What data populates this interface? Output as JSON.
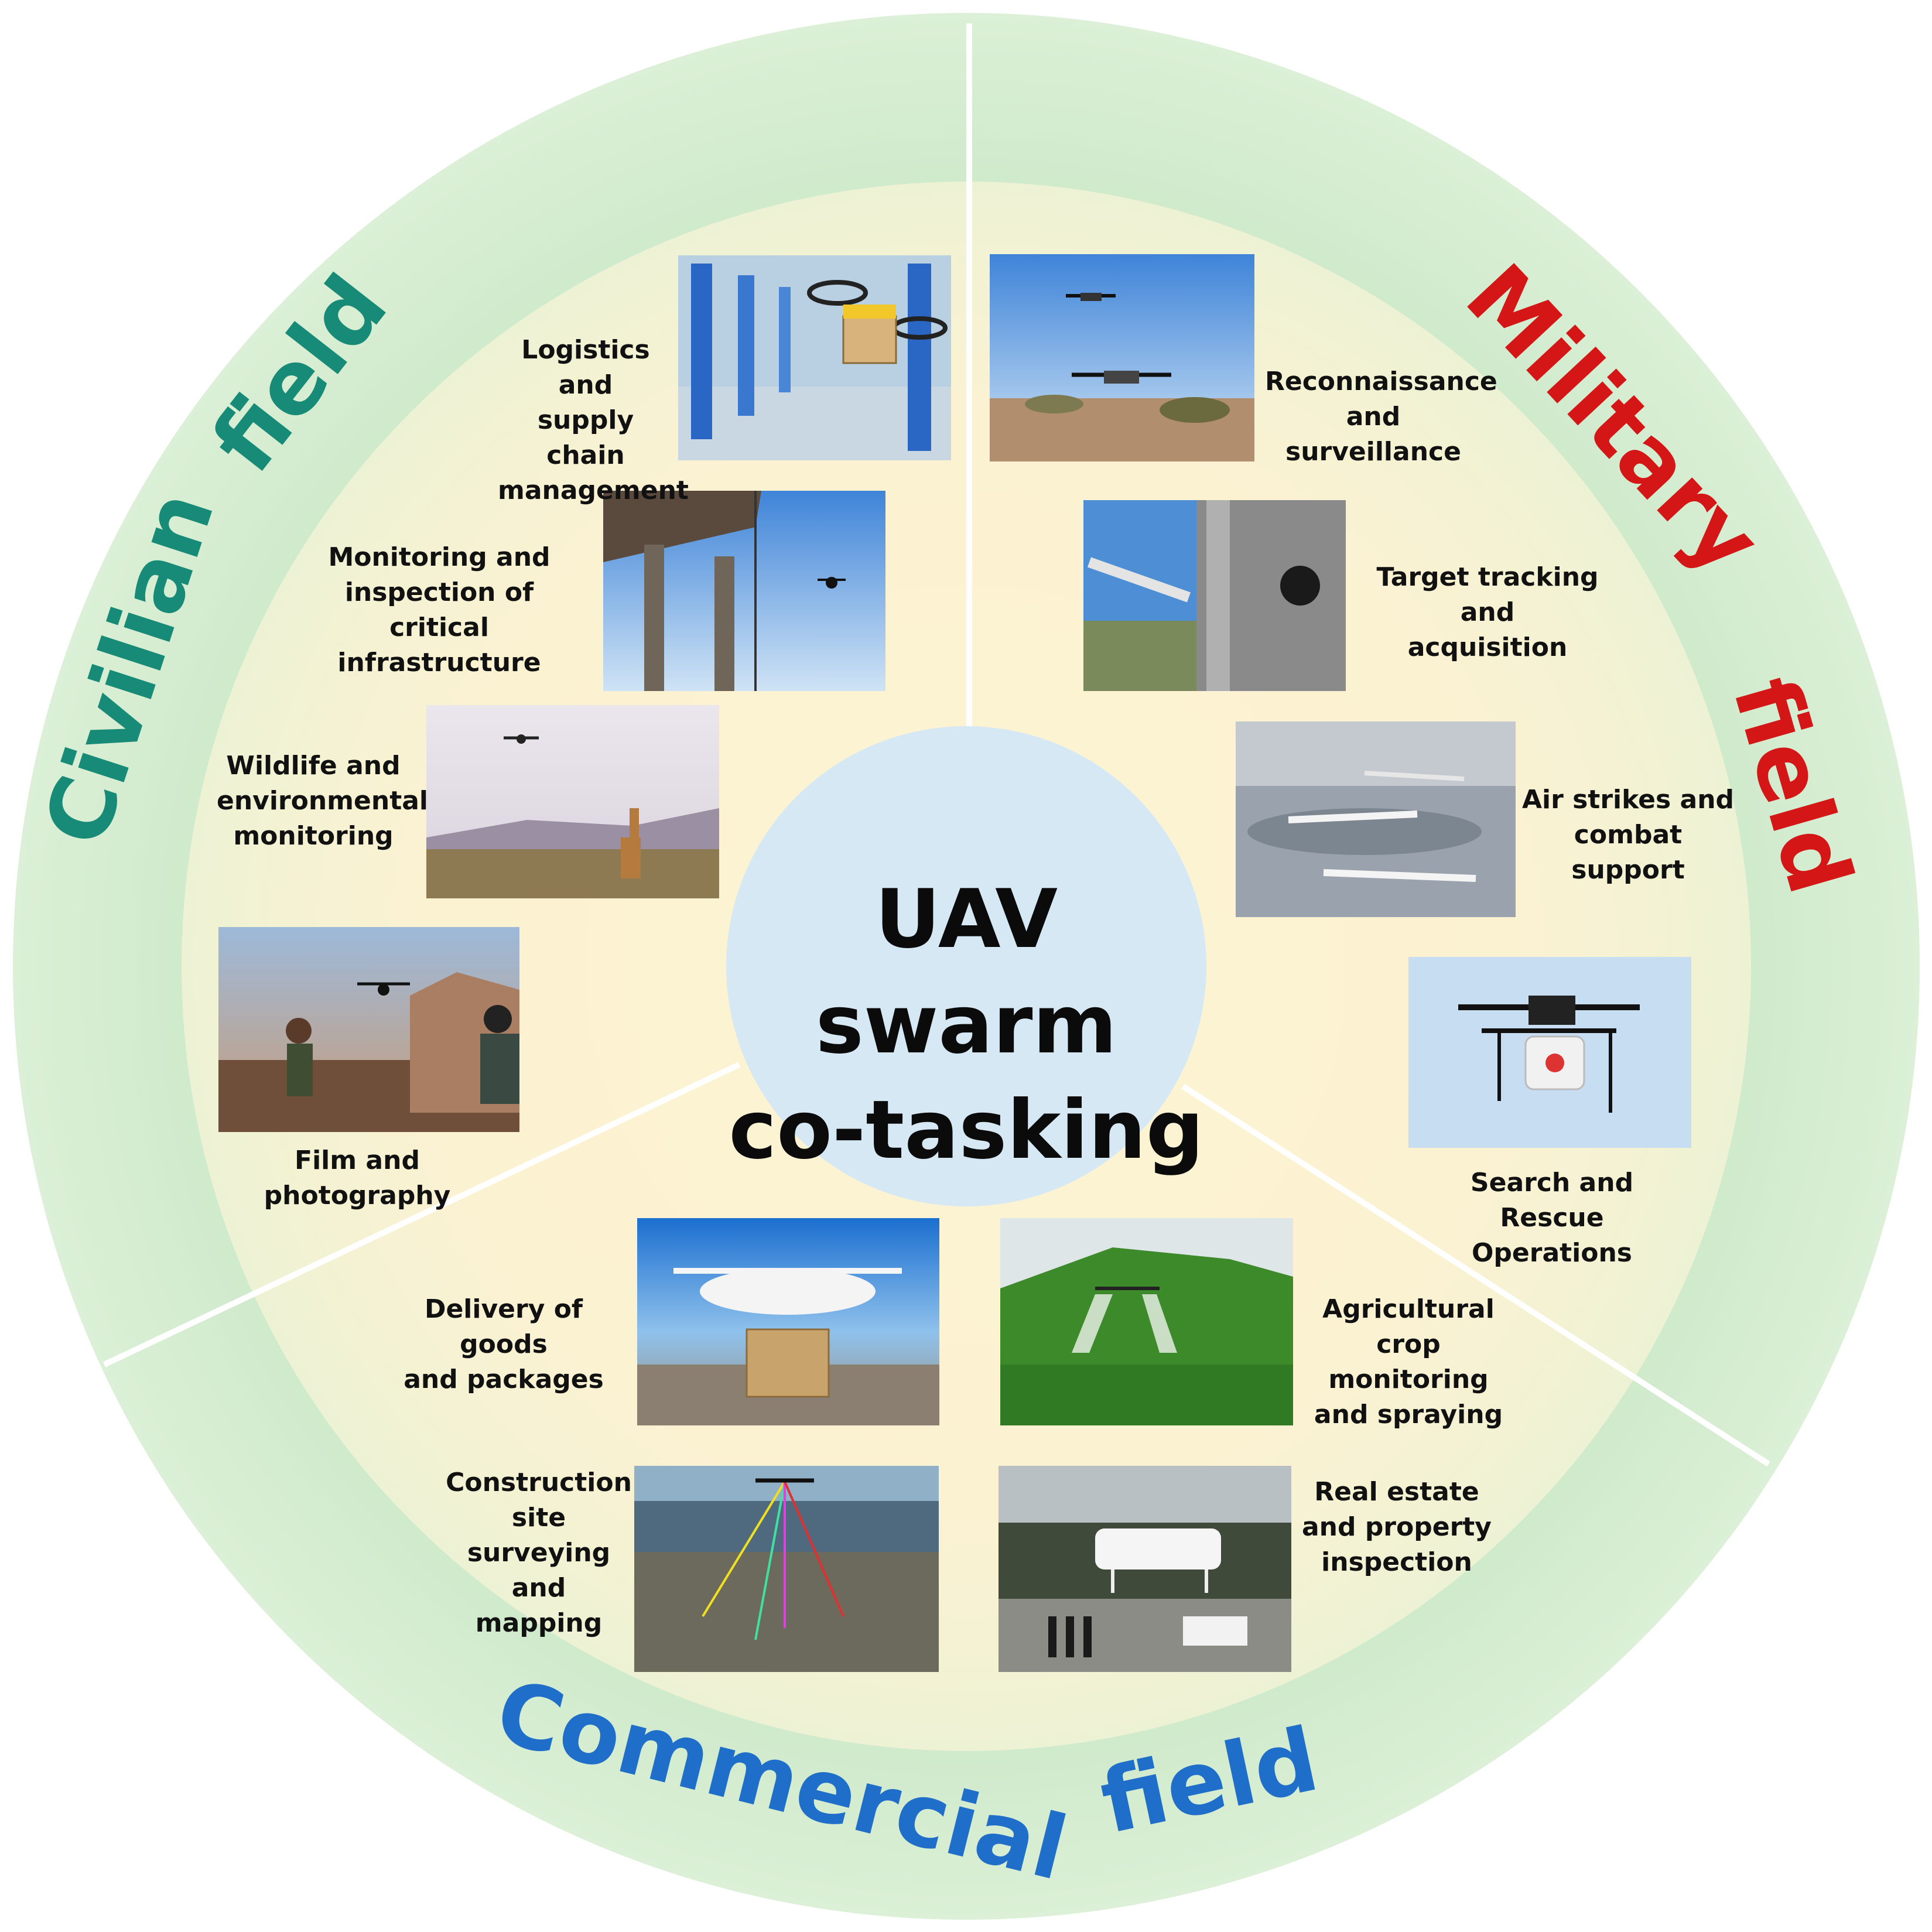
{
  "center": {
    "line1": "UAV swarm",
    "line2": "co-tasking"
  },
  "fields": {
    "civilian": {
      "word1": "Civilian",
      "word2": "field",
      "color": "#188a78"
    },
    "military": {
      "word1": "Military",
      "word2": "field",
      "color": "#d41616"
    },
    "commercial": {
      "word1": "Commercial",
      "word2": "field",
      "color": "#1f6ec9"
    }
  },
  "applications": {
    "logistics": "Logistics and\nsupply chain\nmanagement",
    "infrastructure": "Monitoring and\ninspection of critical\ninfrastructure",
    "wildlife": "Wildlife and\nenvironmental\nmonitoring",
    "film": "Film and photography",
    "reconnaissance": "Reconnaissance\nand surveillance",
    "target": "Target tracking\nand acquisition",
    "airstrikes": "Air strikes and\ncombat support",
    "rescue": "Search and Rescue\nOperations",
    "delivery": "Delivery of goods\nand packages",
    "construction": "Construction\nsite surveying\nand mapping",
    "agriculture": "Agricultural\ncrop monitoring\nand spraying",
    "realestate": "Real estate\nand property\ninspection"
  }
}
